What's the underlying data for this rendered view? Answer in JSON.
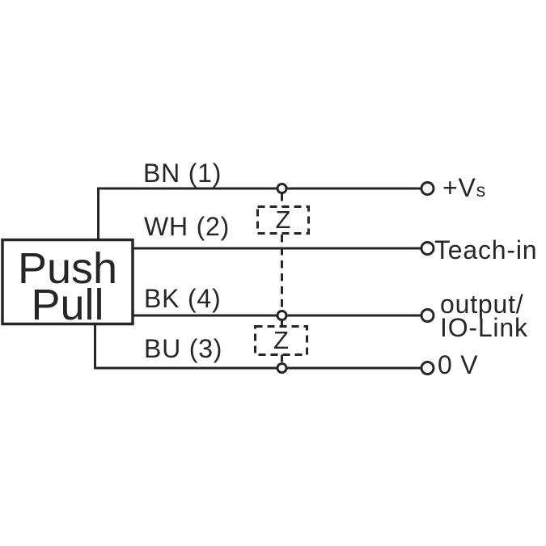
{
  "device": {
    "name_line1": "Push",
    "name_line2": "Pull"
  },
  "wires": {
    "bn": {
      "label": "BN (1)"
    },
    "wh": {
      "label": "WH (2)"
    },
    "bk": {
      "label": "BK (4)"
    },
    "bu": {
      "label": "BU (3)"
    }
  },
  "terminals": {
    "supply": {
      "base": "+V",
      "sub": "s"
    },
    "teach": {
      "label": "Teach-in"
    },
    "output": {
      "line1": "output/",
      "line2": "IO-Link"
    },
    "ground": {
      "label": "0 V"
    }
  },
  "impedance": {
    "z1": "Z",
    "z2": "Z"
  },
  "colors": {
    "ink": "#262626",
    "background": "#ffffff"
  }
}
